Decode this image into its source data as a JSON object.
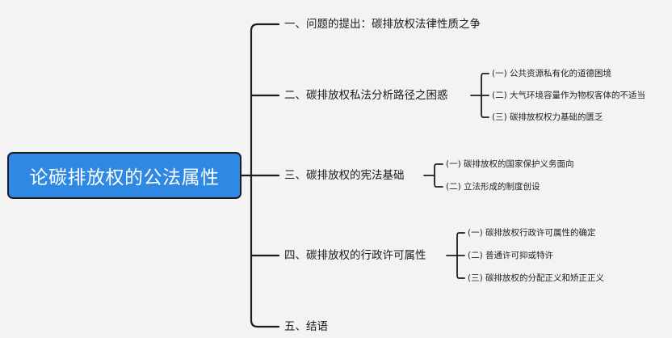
{
  "root": {
    "title": "论碳排放权的公法属性"
  },
  "sections": [
    {
      "label": "一、问题的提出：碳排放权法律性质之争"
    },
    {
      "label": "二、碳排放权私法分析路径之困惑",
      "children": [
        "(一) 公共资源私有化的道德困境",
        "(二) 大气环境容量作为物权客体的不适当",
        "(三) 碳排放权权力基础的匮乏"
      ]
    },
    {
      "label": "三、碳排放权的宪法基础",
      "children": [
        "(一) 碳排放权的国家保护义务面向",
        "(二) 立法形成的制度创设"
      ]
    },
    {
      "label": "四、碳排放权的行政许可属性",
      "children": [
        "(一) 碳排放权行政许可属性的确定",
        "(二) 普通许可抑或特许",
        "(三) 碳排放权的分配正义和矫正正义"
      ]
    },
    {
      "label": "五、结语"
    }
  ],
  "colors": {
    "root_fill": "#2f88e3",
    "line": "#1d1d1d",
    "background": "#f3f3f3"
  }
}
